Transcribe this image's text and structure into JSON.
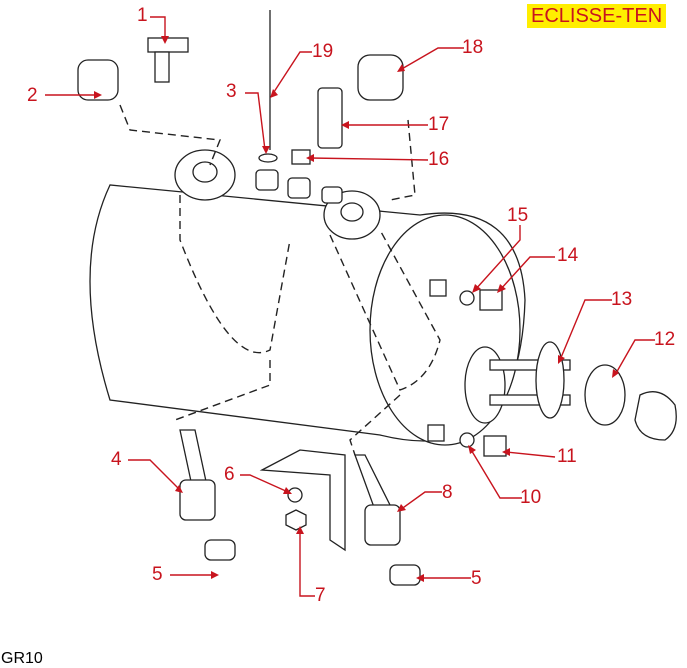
{
  "badge": "ECLISSE-TEN",
  "diagram_code": "GR10",
  "callouts": [
    "1",
    "2",
    "3",
    "19",
    "18",
    "17",
    "16",
    "15",
    "14",
    "13",
    "12",
    "11",
    "10",
    "8",
    "6",
    "7",
    "4",
    "5",
    "5"
  ],
  "colors": {
    "callout": "#c8141e",
    "badge_bg": "#ffee00"
  }
}
